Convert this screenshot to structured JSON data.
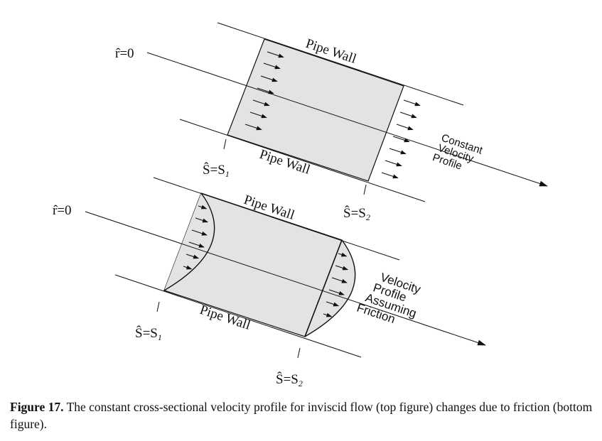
{
  "top_diagram": {
    "wall_label_upper": "Pipe Wall",
    "wall_label_lower": "Pipe Wall",
    "axis_label": "r̂=0",
    "station1_label": "Ŝ=S",
    "station1_sub": "1",
    "station2_label": "Ŝ=S",
    "station2_sub": "2",
    "profile_label": [
      "Constant",
      "Velocity",
      "Profile"
    ]
  },
  "bottom_diagram": {
    "wall_label_upper": "Pipe Wall",
    "wall_label_lower": "Pipe Wall",
    "axis_label": "r̂=0",
    "station1_label": "Ŝ=S",
    "station1_sub": "1",
    "station2_label": "Ŝ=S",
    "station2_sub": "2",
    "profile_label": [
      "Velocity",
      "Profile",
      "Assuming",
      "Friction"
    ]
  },
  "caption": {
    "label": "Figure 17.",
    "text": "The constant cross-sectional velocity profile for inviscid flow (top figure) changes due to friction (bottom figure)."
  }
}
